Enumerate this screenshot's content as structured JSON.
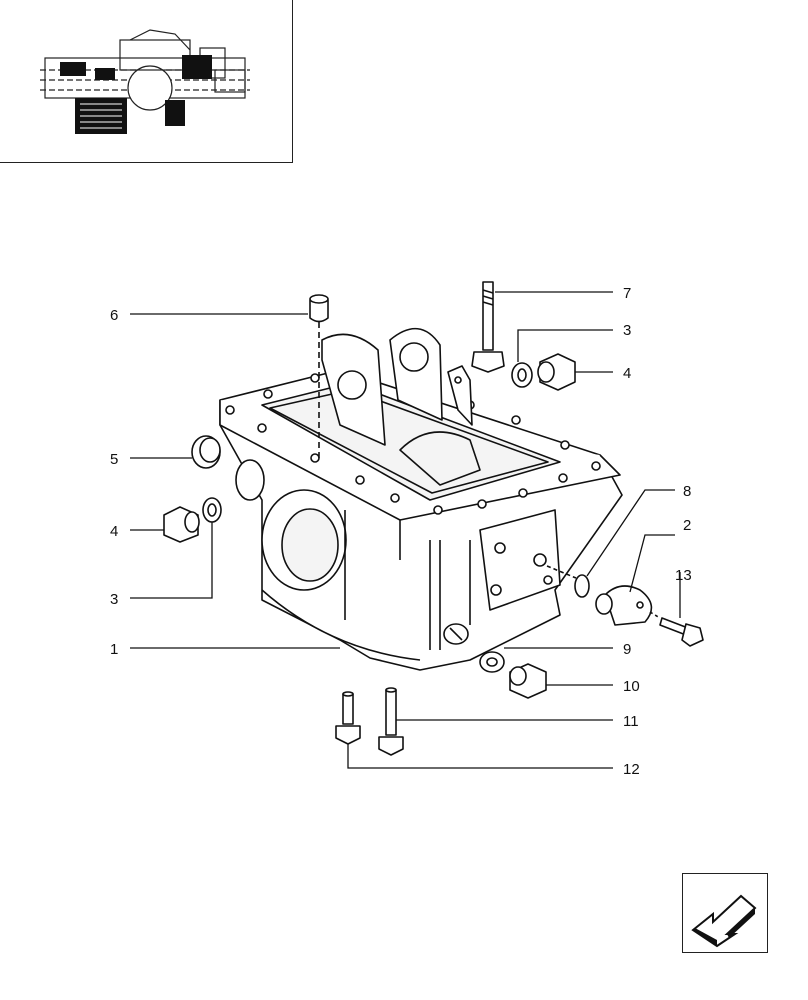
{
  "callouts": [
    {
      "id": "7",
      "label": "7"
    },
    {
      "id": "3a",
      "label": "3"
    },
    {
      "id": "4a",
      "label": "4"
    },
    {
      "id": "6",
      "label": "6"
    },
    {
      "id": "5",
      "label": "5"
    },
    {
      "id": "4b",
      "label": "4"
    },
    {
      "id": "3b",
      "label": "3"
    },
    {
      "id": "8",
      "label": "8"
    },
    {
      "id": "2",
      "label": "2"
    },
    {
      "id": "13",
      "label": "13"
    },
    {
      "id": "1",
      "label": "1"
    },
    {
      "id": "9",
      "label": "9"
    },
    {
      "id": "10",
      "label": "10"
    },
    {
      "id": "11",
      "label": "11"
    },
    {
      "id": "12",
      "label": "12"
    }
  ],
  "nav": {
    "icon": "arrow-down-left-icon"
  }
}
